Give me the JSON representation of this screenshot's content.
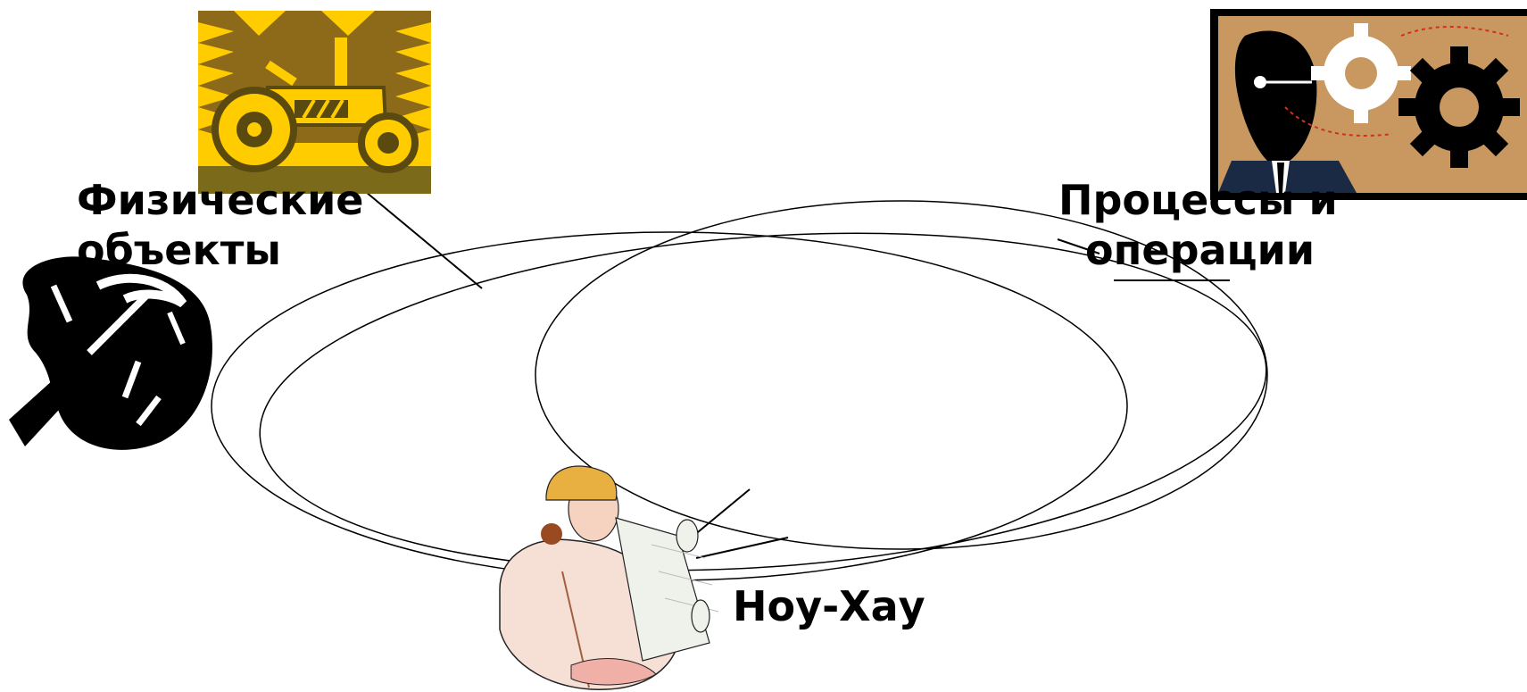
{
  "labels": {
    "physical_objects_line1": "Физические",
    "physical_objects_line2": "объекты",
    "processes_line1": "Процессы и",
    "processes_line2": "операции",
    "know_how": "Ноу-Хау"
  },
  "icons": {
    "tractor": "tractor-icon",
    "tools": "hammer-tools-icon",
    "business_gears": "businessman-gears-icon",
    "engineer": "engineer-with-blueprints-icon"
  },
  "colors": {
    "background": "#ffffff",
    "text": "#000000",
    "tractor_bg": "#8c6a1a",
    "tractor_yellow": "#ffcc00",
    "gears_bg": "#c89860",
    "skin": "#f6d2c0",
    "helmet": "#e8b040"
  }
}
